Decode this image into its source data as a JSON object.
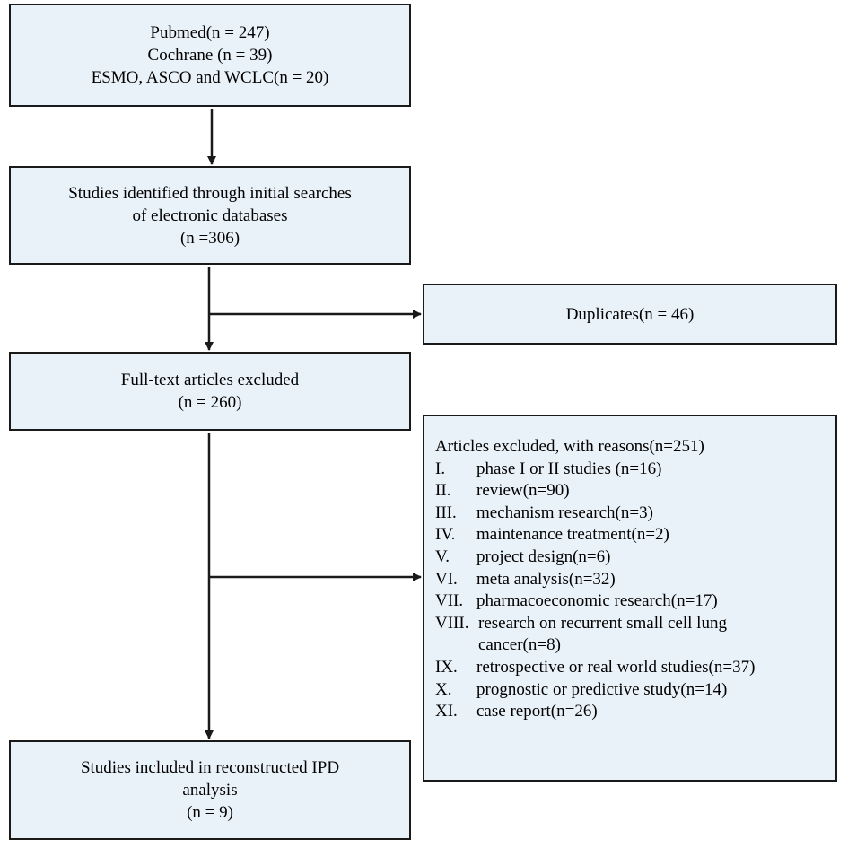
{
  "sources": {
    "lines": [
      "Pubmed(n  = 247)",
      "Cochrane (n = 39)",
      "ESMO, ASCO and WCLC(n = 20)"
    ]
  },
  "identified": {
    "lines": [
      "Studies identified through initial searches",
      "of electronic databases",
      "(n =306)"
    ]
  },
  "duplicates": {
    "label": "Duplicates(n  = 46)"
  },
  "fulltext": {
    "lines": [
      "Full-text articles  excluded",
      "(n = 260)"
    ]
  },
  "excluded": {
    "heading": "Articles  excluded,  with reasons(n=251)",
    "reasons": [
      {
        "num": "I.",
        "text": "phase I or II studies  (n=16)"
      },
      {
        "num": "II.",
        "text": "review(n=90)"
      },
      {
        "num": "III.",
        "text": "mechanism  research(n=3)"
      },
      {
        "num": "IV.",
        "text": "maintenance  treatment(n=2)"
      },
      {
        "num": "V.",
        "text": "project  design(n=6)"
      },
      {
        "num": "VI.",
        "text": "meta analysis(n=32)"
      },
      {
        "num": "VII.",
        "text": "pharmacoeconomic  research(n=17)"
      },
      {
        "num": "VIII.",
        "text": "research on recurrent  small  cell  lung"
      },
      {
        "num": "",
        "text": "cancer(n=8)"
      },
      {
        "num": "IX.",
        "text": "retrospective  or real world studies(n=37)"
      },
      {
        "num": "X.",
        "text": "prognostic  or predictive study(n=14)"
      },
      {
        "num": "XI.",
        "text": "case report(n=26)"
      }
    ]
  },
  "included": {
    "lines": [
      "Studies included  in reconstructed  IPD",
      "analysis",
      "(n = 9)"
    ]
  }
}
